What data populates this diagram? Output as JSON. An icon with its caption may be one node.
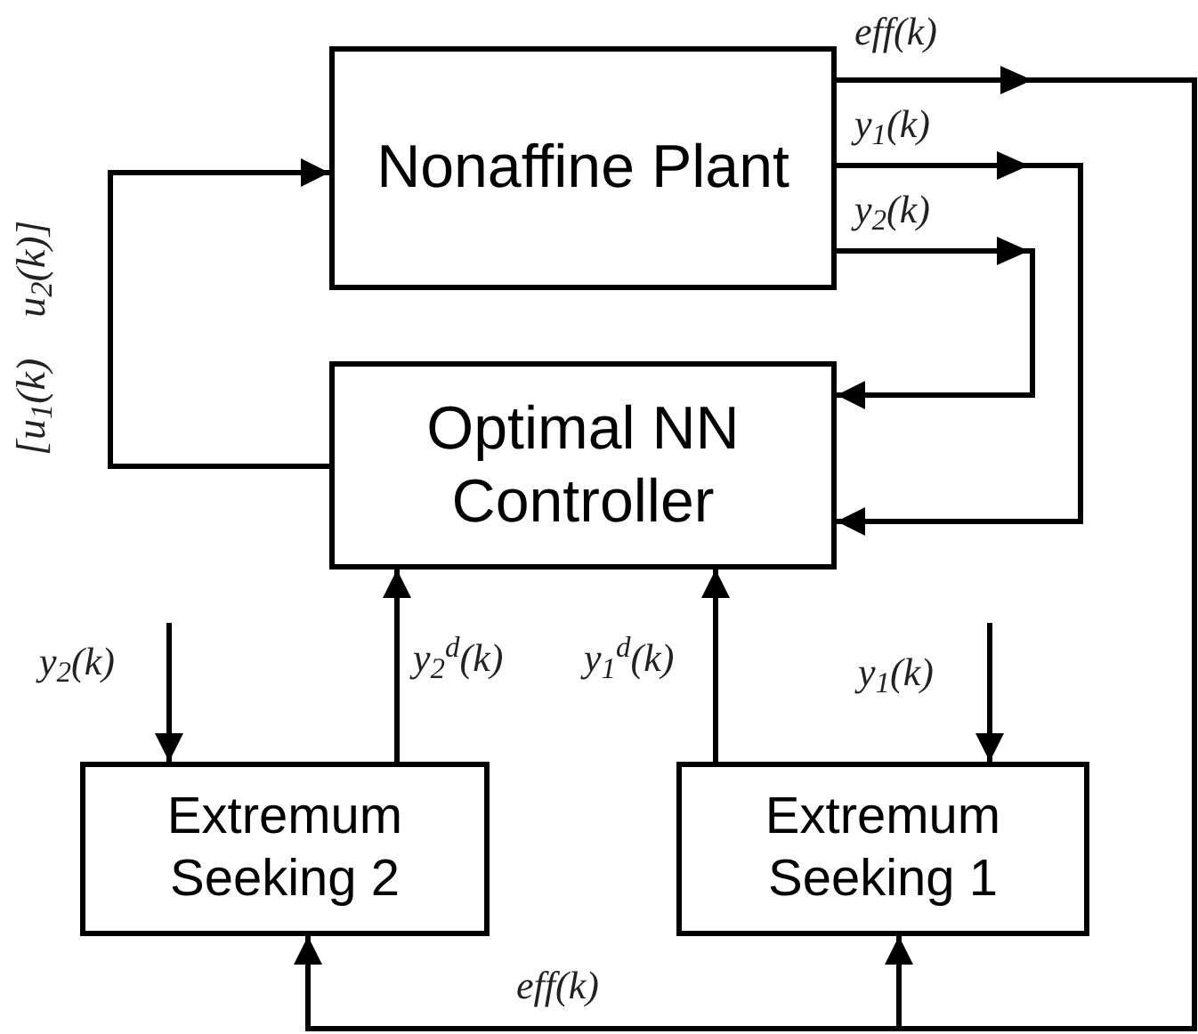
{
  "diagram": {
    "nodes": [
      {
        "text": [
          "Nonaffine Plant"
        ]
      },
      {
        "text": [
          "Optimal NN Controller"
        ]
      },
      {
        "text": [
          "Extremum Seeking 2"
        ]
      },
      {
        "text": [
          "Extremum Seeking 1"
        ]
      }
    ],
    "edges": [
      {
        "from": 0,
        "to": 2,
        "arrow": "to",
        "label": "eff(k)"
      },
      {
        "from": 0,
        "to": 3,
        "arrow": "to",
        "label": "eff(k)"
      },
      {
        "from": 0,
        "to": 1,
        "arrow": "to",
        "label": "y$_{1}$(k)"
      },
      {
        "from": 0,
        "to": 1,
        "arrow": "to",
        "label": "y$_{2}$(k)"
      },
      {
        "from": 1,
        "to": 0,
        "arrow": "to",
        "label": "[u$_{1}$(k)    u$_{2}$(k)]"
      },
      {
        "from": 2,
        "to": 1,
        "arrow": "to",
        "label": "y$_{2}$$^{d}$(k)"
      },
      {
        "from": 3,
        "to": 1,
        "arrow": "to",
        "label": "y$_{1}$$^{d}$(k)"
      },
      {
        "from": null,
        "to": 2,
        "arrow": "to",
        "label": "y$_{2}$(k)"
      },
      {
        "from": null,
        "to": 3,
        "arrow": "to",
        "label": "y$_{1}$(k)"
      }
    ]
  }
}
